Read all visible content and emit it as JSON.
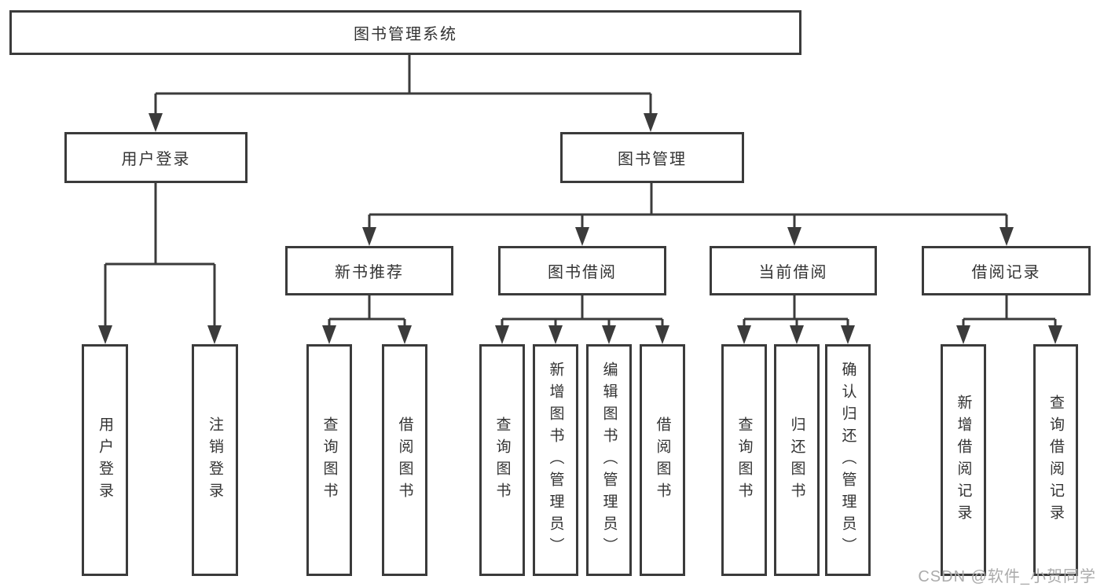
{
  "diagram": {
    "colors": {
      "line": "#3b3b3b",
      "text": "#333333",
      "watermark": "#ababab",
      "background": "#ffffff"
    },
    "watermark": "CSDN @软件_小贺同学",
    "tree": {
      "label": "图书管理系统",
      "children": [
        {
          "label": "用户登录",
          "children": [
            {
              "label": "用户登录"
            },
            {
              "label": "注销登录"
            }
          ]
        },
        {
          "label": "图书管理",
          "children": [
            {
              "label": "新书推荐",
              "children": [
                {
                  "label": "查询图书"
                },
                {
                  "label": "借阅图书"
                }
              ]
            },
            {
              "label": "图书借阅",
              "children": [
                {
                  "label": "查询图书"
                },
                {
                  "label": "新增图书（管理员）"
                },
                {
                  "label": "编辑图书（管理员）"
                },
                {
                  "label": "借阅图书"
                }
              ]
            },
            {
              "label": "当前借阅",
              "children": [
                {
                  "label": "查询图书"
                },
                {
                  "label": "归还图书"
                },
                {
                  "label": "确认归还（管理员）"
                }
              ]
            },
            {
              "label": "借阅记录",
              "children": [
                {
                  "label": "新增借阅记录"
                },
                {
                  "label": "查询借阅记录"
                }
              ]
            }
          ]
        }
      ]
    }
  }
}
